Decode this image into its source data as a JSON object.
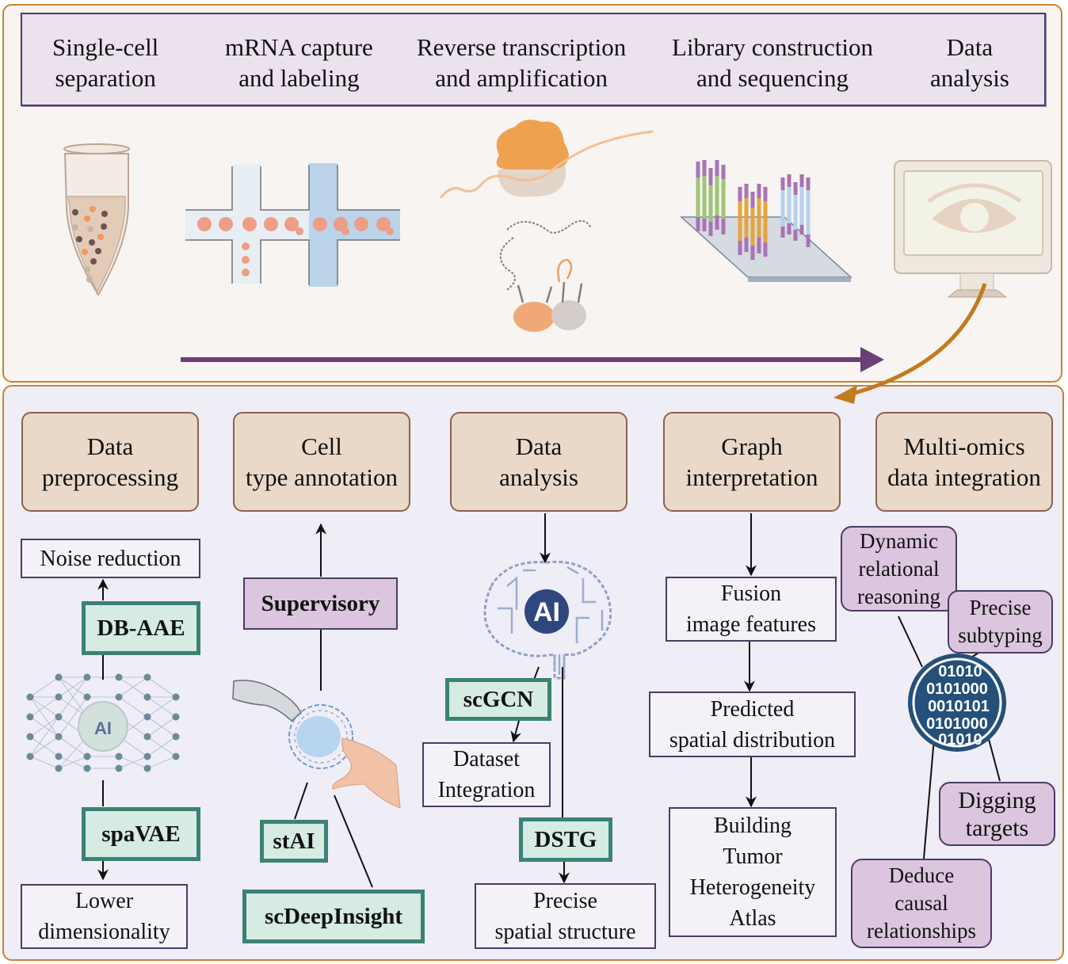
{
  "workflow": {
    "steps": [
      {
        "label": "Single-cell\nseparation"
      },
      {
        "label": "mRNA capture\nand labeling"
      },
      {
        "label": "Reverse transcription\nand amplification"
      },
      {
        "label": "Library construction\nand sequencing"
      },
      {
        "label": "Data\nanalysis"
      }
    ],
    "icons": [
      "centrifuge-tube-icon",
      "microfluidic-channel-icon",
      "reverse-transcription-icon",
      "sequencing-chip-icon",
      "monitor-eye-icon"
    ]
  },
  "applications": {
    "categories": [
      {
        "label": "Data\npreprocessing"
      },
      {
        "label": "Cell\ntype annotation"
      },
      {
        "label": "Data\nanalysis"
      },
      {
        "label": "Graph\ninterpretation"
      },
      {
        "label": "Multi-omics\ndata integration"
      }
    ],
    "preprocessing": {
      "top_outcome": "Noise reduction",
      "model_top": "DB-AAE",
      "network_label": "AI",
      "model_bottom": "spaVAE",
      "bottom_outcome": "Lower\ndimensionality"
    },
    "annotation": {
      "method": "Supervisory",
      "model_a": "stAI",
      "model_b": "scDeepInsight"
    },
    "analysis": {
      "brain_label": "AI",
      "model_a": "scGCN",
      "outcome_a": "Dataset\nIntegration",
      "model_b": "DSTG",
      "outcome_b": "Precise\nspatial structure"
    },
    "graph": {
      "steps": [
        "Fusion\nimage features",
        "Predicted\nspatial distribution",
        "Building\nTumor\nHeterogeneity\nAtlas"
      ]
    },
    "multiomics": {
      "bubbles": [
        "Dynamic\nrelational\nreasoning",
        "Precise\nsubtyping",
        "Digging\ntargets",
        "Deduce\ncausal\nrelationships"
      ],
      "binary_rows": [
        "01010",
        "0101000",
        "0010101",
        "0101000",
        "01010"
      ]
    }
  },
  "colors": {
    "panel_border": "#c8822e",
    "step_bar_fill": "#ebe2ee",
    "category_fill": "#ead9c8",
    "model_fill": "#d6ebe2",
    "model_border": "#3b8275",
    "bubble_fill": "#dcc6df",
    "flow_arrow": "#6b3f78",
    "curve_arrow": "#c27a1e"
  }
}
